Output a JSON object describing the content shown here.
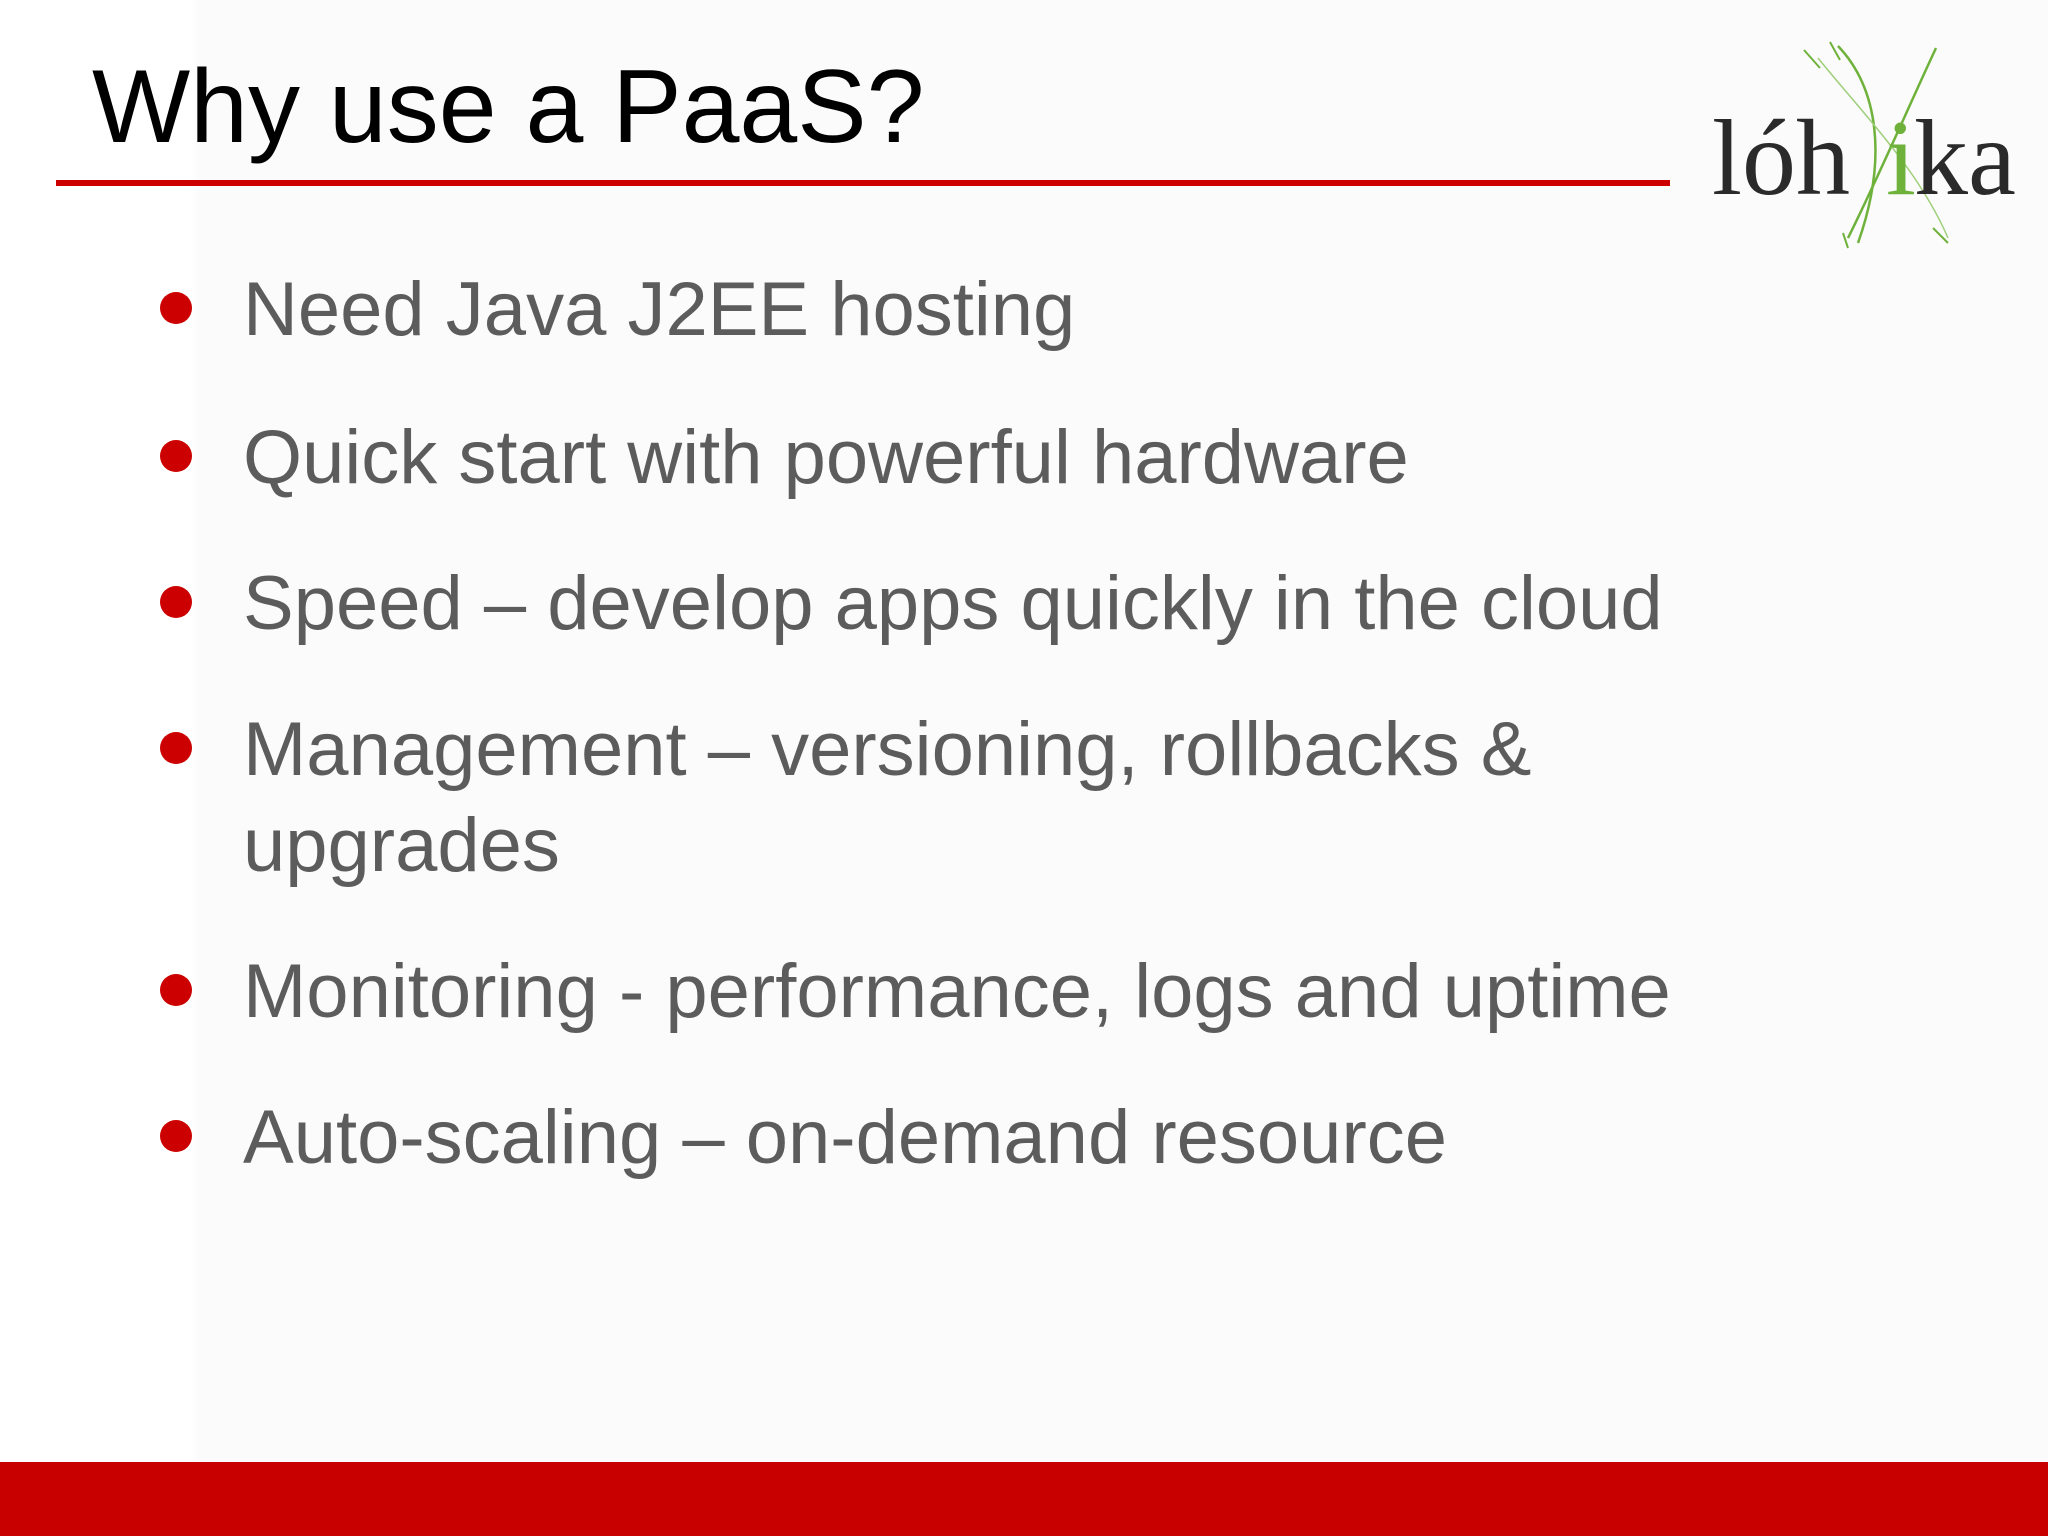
{
  "slide": {
    "title": "Why use a PaaS?",
    "logo_text": "lóhika",
    "bullets": [
      "Need Java J2EE hosting",
      "Quick start with powerful hardware",
      "Speed – develop apps quickly in the cloud",
      "Management – versioning, rollbacks & upgrades",
      "Monitoring - performance, logs and uptime",
      "Auto-scaling – on-demand resource"
    ]
  },
  "colors": {
    "accent": "#cc0000",
    "title_text": "#000000",
    "body_text": "#5c5c5c",
    "logo_dark": "#2a2a2a",
    "logo_green": "#6fb23b"
  }
}
